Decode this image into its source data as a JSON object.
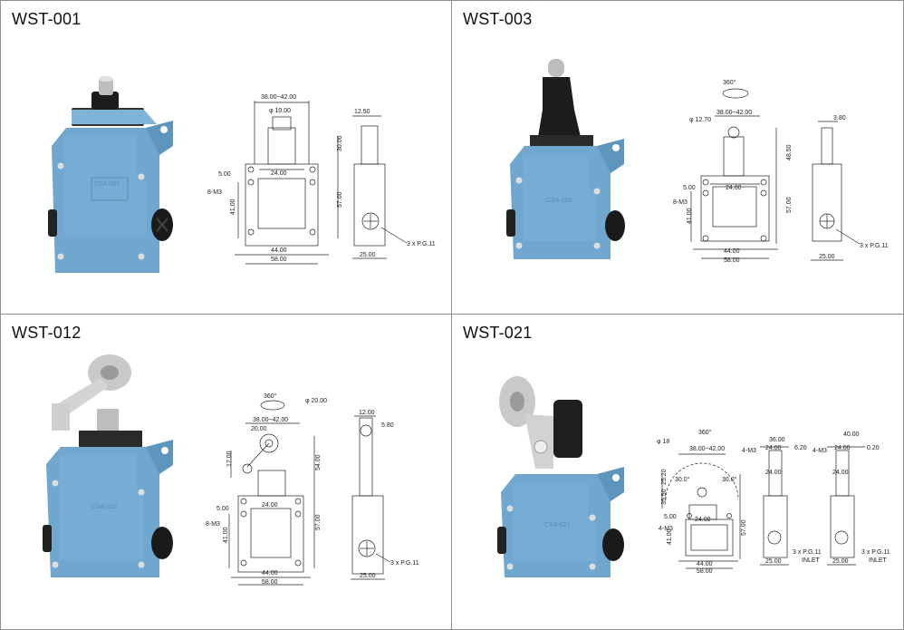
{
  "products": [
    {
      "model": "WST-001",
      "body_text": "CSA-001",
      "dims": {
        "top": "38.00~42.00",
        "dia": "φ 10.00",
        "right_w": "12.50",
        "h1": "30.00",
        "offset": "5.00",
        "inner_w": "24.00",
        "screw": "8-M3",
        "h_left": "41.00",
        "h_right": "57.00",
        "base_inner": "44.00",
        "base_outer": "58.00",
        "depth": "25.00",
        "gland": "3 x P.G.11"
      }
    },
    {
      "model": "WST-003",
      "body_text": "CSA-003",
      "dims": {
        "rot": "360°",
        "top": "38.00~42.00",
        "dia": "φ 12.70",
        "right_w": "3.80",
        "h1": "48.50",
        "offset": "5.00",
        "inner_w": "24.00",
        "screw": "8-M3",
        "h_left": "41.00",
        "h_right": "57.00",
        "base_inner": "44.00",
        "base_outer": "58.00",
        "depth": "25.00",
        "gland": "3 x P.G.11"
      }
    },
    {
      "model": "WST-012",
      "body_text": "CSA-012",
      "dims": {
        "rot": "360°",
        "dia": "φ 20.00",
        "top": "38.00~42.00",
        "arm": "20.00",
        "right_w": "12.00",
        "right_w2": "5.80",
        "h_arm": "17.00",
        "h1": "54.00",
        "offset": "5.00",
        "inner_w": "24.00",
        "screw": "8-M3",
        "h_left": "41.00",
        "h_right": "57.00",
        "base_inner": "44.00",
        "base_outer": "58.00",
        "depth": "25.00",
        "gland": "3 x P.G.11"
      }
    },
    {
      "model": "WST-021",
      "body_text": "CSA-021",
      "dims": {
        "dia": "φ 18",
        "rot": "360°",
        "top": "38.00~42.00",
        "ang1": "30.0°",
        "ang2": "30.0°",
        "h_a": "25.20",
        "h_b": "35.50",
        "offset": "5.00",
        "inner_w": "24.00",
        "screw": "4-M3",
        "h_left": "41.00",
        "h_right": "57.00",
        "base_inner": "44.00",
        "base_outer": "58.00",
        "side1_top": "36.00",
        "side1_a": "24.00",
        "side1_b": "6.20",
        "side1_screw": "4-M3",
        "side1_in": "24.00",
        "side2_top": "40.00",
        "side2_a": "24.00",
        "side2_b": "0.20",
        "side2_screw": "4-M3",
        "side2_in": "24.00",
        "depth1": "25.00",
        "depth2": "25.00",
        "gland1": "3 x P.G.11",
        "gland2": "3 x P.G.11",
        "inlet1": "INLET",
        "inlet2": "INLET"
      }
    }
  ],
  "colors": {
    "body": "#6fa7cf",
    "body_dark": "#4f86ad",
    "cap_black": "#1c1c1c",
    "steel": "#c9c9c9",
    "border": "#8f8f8f"
  }
}
